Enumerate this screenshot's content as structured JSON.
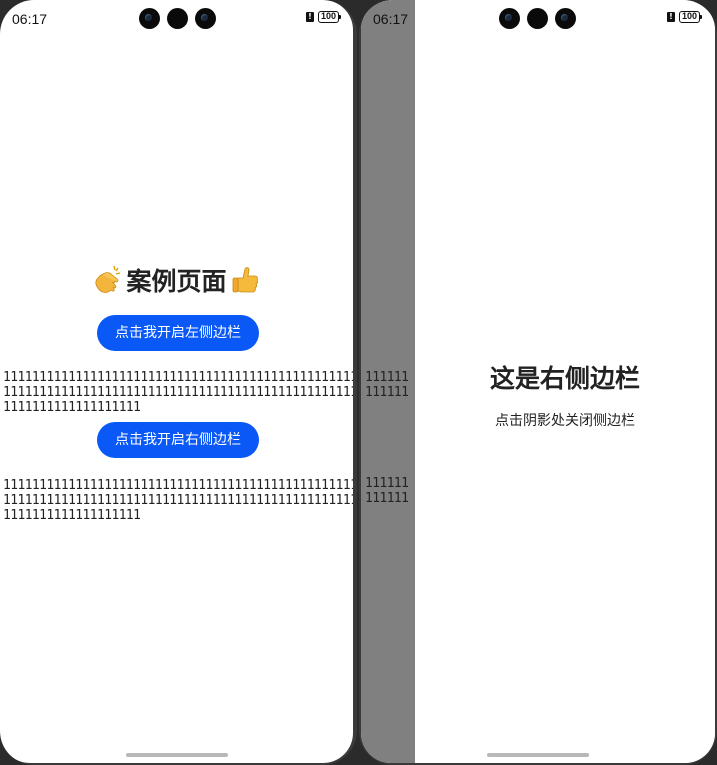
{
  "left_screen": {
    "status_time": "06:17",
    "battery": "100",
    "title": "案例页面",
    "open_left_button": "点击我开启左侧边栏",
    "open_right_button": "点击我开启右侧边栏",
    "filler_text_1": "111111111111111111111111111111111111111111111111111111111111111111111111111111111111111111111111111111111111111111111",
    "filler_text_2": "111111111111111111111111111111111111111111111111111111111111111111111111111111111111111111111111111111111111111111111"
  },
  "right_screen": {
    "status_time": "06:17",
    "battery": "100",
    "mask_text_1": "111111\n111111",
    "mask_text_2": "111111\n111111",
    "sidebar_title": "这是右侧边栏",
    "sidebar_hint": "点击阴影处关闭侧边栏"
  },
  "icons": [
    "clapping-hands-icon",
    "thumbs-up-icon",
    "alert-icon",
    "battery-icon"
  ],
  "colors": {
    "accent": "#0a59f7",
    "mask": "#808080",
    "text": "#222222",
    "background": "#ffffff"
  }
}
